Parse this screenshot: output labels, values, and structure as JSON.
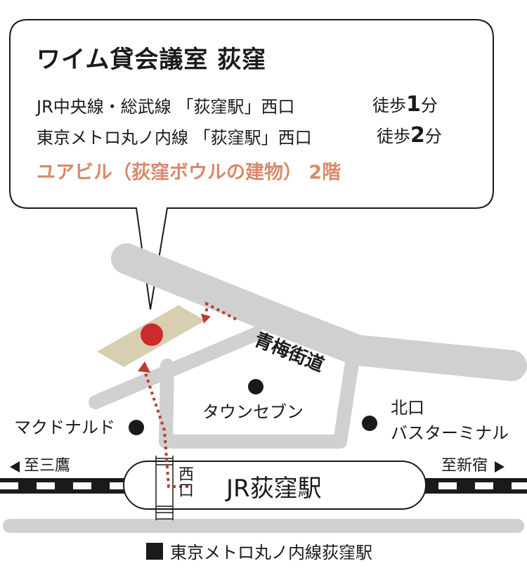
{
  "callout": {
    "title": "ワイム貸会議室 荻窪",
    "access": [
      {
        "rail": "JR中央線・総武線 「荻窪駅」西口",
        "walk_prefix": "徒歩",
        "walk_minutes": "1",
        "walk_unit": "分"
      },
      {
        "rail": "東京メトロ丸ノ内線 「荻窪駅」西口",
        "walk_prefix": "徒歩",
        "walk_minutes": "2",
        "walk_unit": "分"
      }
    ],
    "building": "ユアビル（荻窪ボウルの建物） 2階"
  },
  "map": {
    "road_label": "青梅街道",
    "landmarks": {
      "town_seven": "タウンセブン",
      "mcdonalds": "マクドナルド",
      "north_exit_line1": "北口",
      "north_exit_line2": "バスターミナル"
    },
    "station": {
      "name": "JR荻窪駅",
      "west_exit": "西口",
      "to_mitaka": "至三鷹",
      "to_shinjuku": "至新宿"
    },
    "legend": "東京メトロ丸ノ内線荻窪駅"
  },
  "colors": {
    "road": "#d0d0d0",
    "building": "#d8cfb2",
    "target": "#cc2b2b",
    "route": "#c0392b",
    "accent_text": "#d9896a",
    "rail": "#1a1a1a"
  }
}
